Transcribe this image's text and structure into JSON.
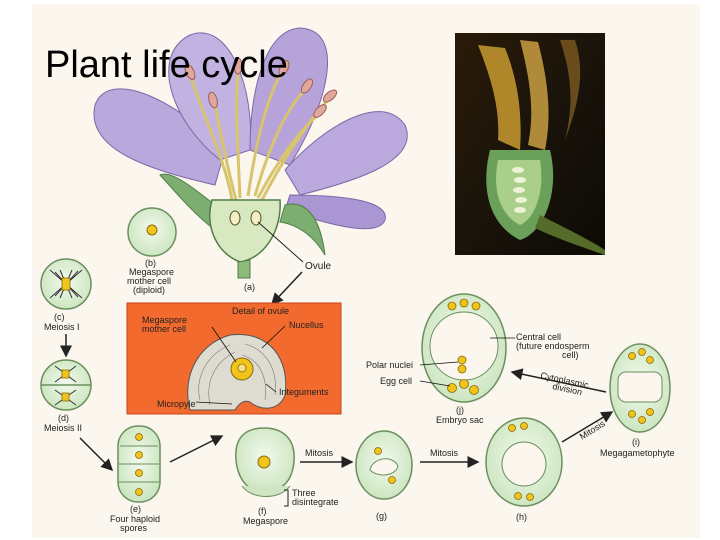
{
  "slide": {
    "title": "Plant life cycle"
  },
  "labels": {
    "a": "(a)",
    "ovule": "Ovule",
    "b_letter": "(b)",
    "b_line1": "Megaspore",
    "b_line2": "mother cell",
    "b_line3": "(diploid)",
    "c_letter": "(c)",
    "meiosis1": "Meiosis I",
    "d_letter": "(d)",
    "meiosis2": "Meiosis II",
    "detail_title": "Detail of ovule",
    "detail_megaspore1": "Megaspore",
    "detail_megaspore2": "mother cell",
    "nucellus": "Nucellus",
    "integuments": "Integuments",
    "micropyle": "Micropyle",
    "central_cell1": "Central cell",
    "central_cell2": "(future endosperm",
    "central_cell3": "cell)",
    "polar_nuclei": "Polar nuclei",
    "egg_cell": "Egg cell",
    "j_letter": "(j)",
    "embryo_sac": "Embryo sac",
    "cytoplasmic1": "Cytoplasmic",
    "cytoplasmic2": "division",
    "i_letter": "(i)",
    "megagametophyte": "Megagametophyte",
    "mitosis3": "Mitosis",
    "e_letter": "(e)",
    "e_line1": "Four haploid",
    "e_line2": "spores",
    "f_letter": "(f)",
    "megaspore": "Megaspore",
    "three1": "Three",
    "three2": "disintegrate",
    "mitosis1": "Mitosis",
    "g_letter": "(g)",
    "mitosis2": "Mitosis",
    "h_letter": "(h)"
  },
  "colors": {
    "page": "#ffffff",
    "plate": "#fbf6ee",
    "petal": "#b9a8dc",
    "petal_edge": "#7c68a8",
    "stamen": "#e6d68a",
    "anther": "#e0a79c",
    "sepal": "#7cae72",
    "sepal_edge": "#4f7c46",
    "cell_fill": "#dbeed0",
    "cell_edge": "#6b8f5e",
    "nucleus": "#f0c419",
    "nucleus_edge": "#8a6a10",
    "detail_box": "#f26a2e",
    "detail_box_edge": "#c8441a",
    "arrow": "#222222",
    "photo_bg": "#141008"
  }
}
